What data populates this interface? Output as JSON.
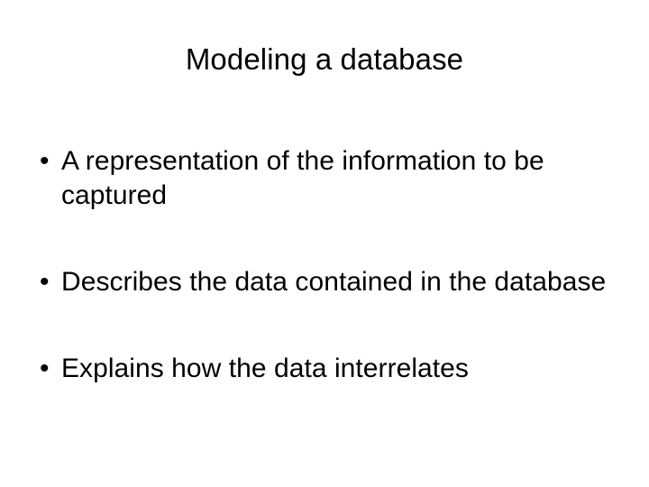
{
  "slide": {
    "title": "Modeling a database",
    "background_color": "#ffffff",
    "text_color": "#000000",
    "bullet_glyph": "•",
    "bullets": [
      {
        "text": "A representation of the information to be captured"
      },
      {
        "text": "Describes the data contained in the database"
      },
      {
        "text": "Explains how the data interrelates"
      }
    ]
  }
}
